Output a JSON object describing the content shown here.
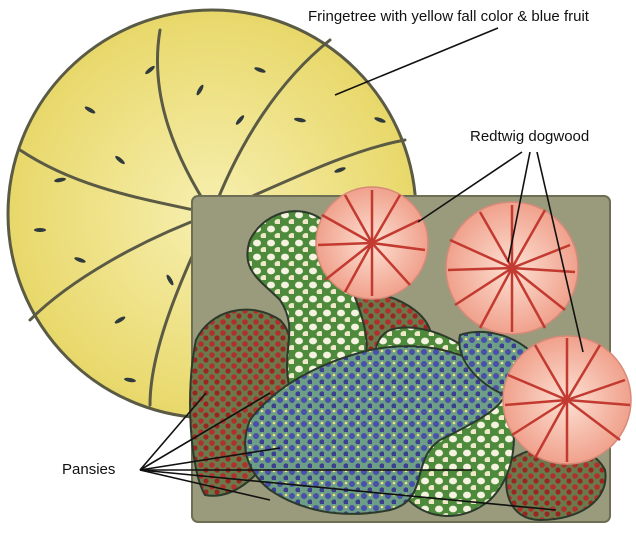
{
  "labels": {
    "fringetree": "Fringetree with yellow fall color & blue fruit",
    "redtwig_dogwood": "Redtwig dogwood",
    "pansies": "Pansies"
  },
  "colors": {
    "fringetree_fill": "#efe48a",
    "fringetree_stroke": "#5a5a45",
    "bed_fill": "#9a9a7c",
    "dogwood_fill": "#f4b7a2",
    "dogwood_twig": "#c23a30",
    "white_pansy_bed": "#4f8a3a",
    "blue_pansy_bed": "#5f8fb0",
    "red_pansy_bed": "#8a6f55",
    "leader_line": "#111111"
  }
}
